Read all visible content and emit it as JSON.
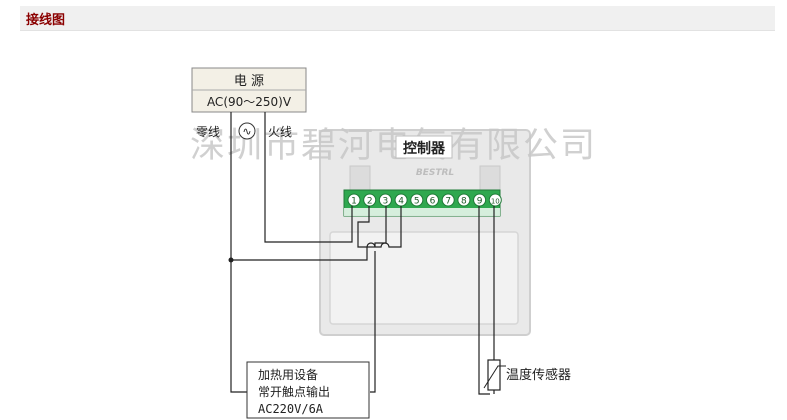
{
  "header": {
    "title": "接线图"
  },
  "power": {
    "title": "电 源",
    "spec": "AC(90～250)V",
    "neutral": "零线",
    "live": "火线",
    "ac_symbol": "∿"
  },
  "watermark": "深圳市碧河电气有限公司",
  "controller": {
    "label": "控制器",
    "brand": "BESTRL"
  },
  "terminals": [
    "1",
    "2",
    "3",
    "4",
    "5",
    "6",
    "7",
    "8",
    "9",
    "10"
  ],
  "load": {
    "line1": "加热用设备",
    "line2": "常开触点输出",
    "line3": "AC220V/6A"
  },
  "sensor": {
    "label": "温度传感器"
  },
  "colors": {
    "accent": "#8b0000",
    "terminal_block": "#2fa84f",
    "housing": "#e9e9e9"
  }
}
